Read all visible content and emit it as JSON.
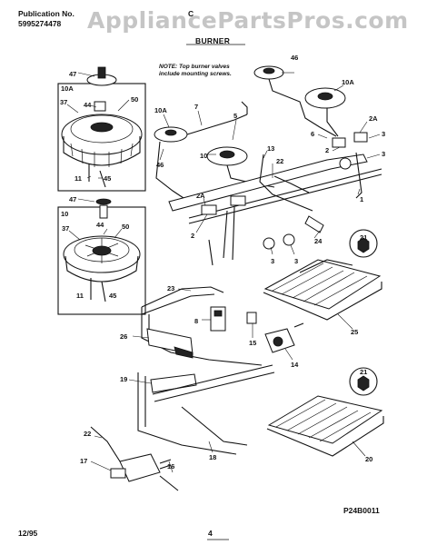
{
  "header": {
    "pub_label": "Publication No.",
    "pub_number": "5995274478",
    "model_partial": "C",
    "watermark": "AppliancePartsPros.com",
    "section_title": "BURNER"
  },
  "note": {
    "line1": "NOTE: Top burner valves",
    "line2": "include mounting screws."
  },
  "diagram_code": "P24B0011",
  "footer": {
    "date": "12/95",
    "page": "4"
  },
  "labels": {
    "inset1_ref": "47",
    "inset1_title": "10A",
    "inset1_a": "37",
    "inset1_b": "44",
    "inset1_c": "50",
    "inset1_d": "11",
    "inset1_e": "45",
    "inset2_ref": "47",
    "inset2_title": "10",
    "inset2_a": "37",
    "inset2_b": "44",
    "inset2_c": "50",
    "inset2_d": "11",
    "inset2_e": "45",
    "p46a": "46",
    "p10a_top": "10A",
    "p10a_left": "10A",
    "p7": "7",
    "p5": "5",
    "p46b": "46",
    "p10": "10",
    "p13": "13",
    "p22a": "22",
    "p2a_right": "2A",
    "p6": "6",
    "p2_right": "2",
    "p3_r1": "3",
    "p3_r2": "3",
    "p1": "1",
    "p2a_left": "2A",
    "p2_left": "2",
    "p24": "24",
    "p21a": "21",
    "p3_m1": "3",
    "p3_m2": "3",
    "p23": "23",
    "p8": "8",
    "p26": "26",
    "p15": "15",
    "p14": "14",
    "p25": "25",
    "p19": "19",
    "p21b": "21",
    "p20": "20",
    "p22b": "22",
    "p17": "17",
    "p16": "16",
    "p18": "18"
  }
}
